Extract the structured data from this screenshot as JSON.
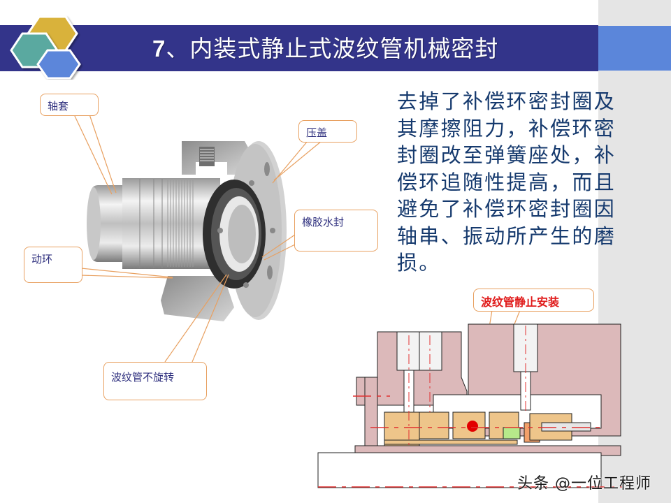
{
  "slide": {
    "title_number": "7",
    "title_text": "、内装式静止式波纹管机械密封",
    "colors": {
      "title_bar": "#33348a",
      "title_bar_ext": "#5b86da",
      "hex_teal": "#5aa9a0",
      "hex_gold": "#d9b23a",
      "hex_blue": "#5b86da",
      "desc_text": "#163a6e",
      "callout_border": "#e8a060",
      "callout_text": "#2e2f7e",
      "callout_red_text": "#e01a1a"
    }
  },
  "description": {
    "lines": [
      "去掉了补偿环密封圈及",
      "其摩擦阻力，补偿环密",
      "封圈改至弹簧座处，补",
      "偿环追随性提高，而且",
      "避免了补偿环密封圈因",
      "轴串、振动所产生的磨",
      "损。"
    ]
  },
  "callouts": {
    "shaft_sleeve": "轴套",
    "gland": "压盖",
    "rubber_seal": "橡胶水封",
    "rotating_ring": "动环",
    "bellows_non_rotating": "波纹管不旋转",
    "bellows_static_install": "波纹管静止安装"
  },
  "watermark": "头条 @一位工程师"
}
